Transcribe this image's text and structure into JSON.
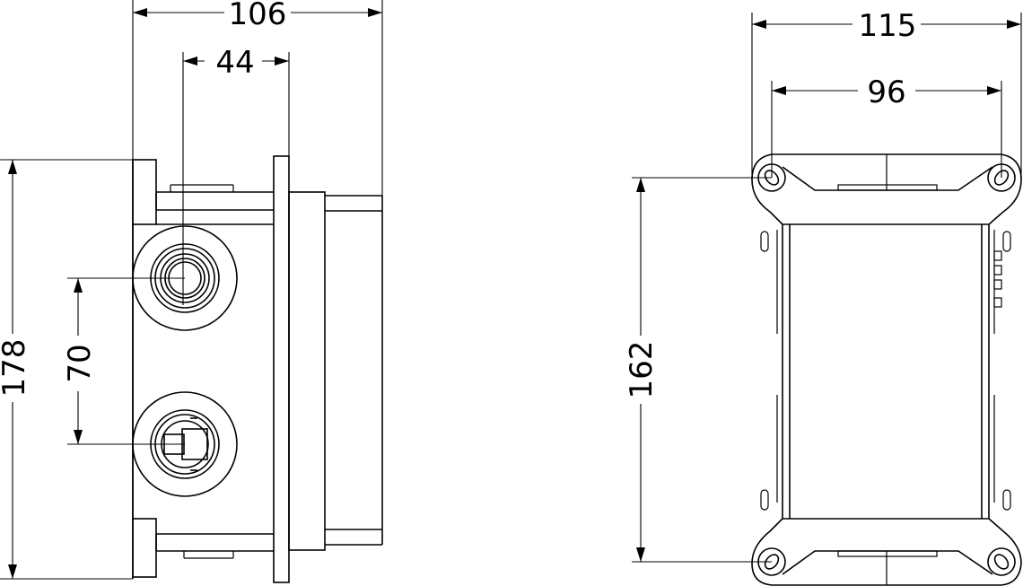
{
  "side_view": {
    "dimensions": {
      "overall_depth": "106",
      "outlet_offset": "44",
      "overall_height": "178",
      "outlet_spacing": "70"
    }
  },
  "front_view": {
    "dimensions": {
      "overall_width": "115",
      "hole_spacing_width": "96",
      "hole_spacing_height": "162"
    }
  },
  "colors": {
    "line": "#000000",
    "background": "#ffffff"
  }
}
